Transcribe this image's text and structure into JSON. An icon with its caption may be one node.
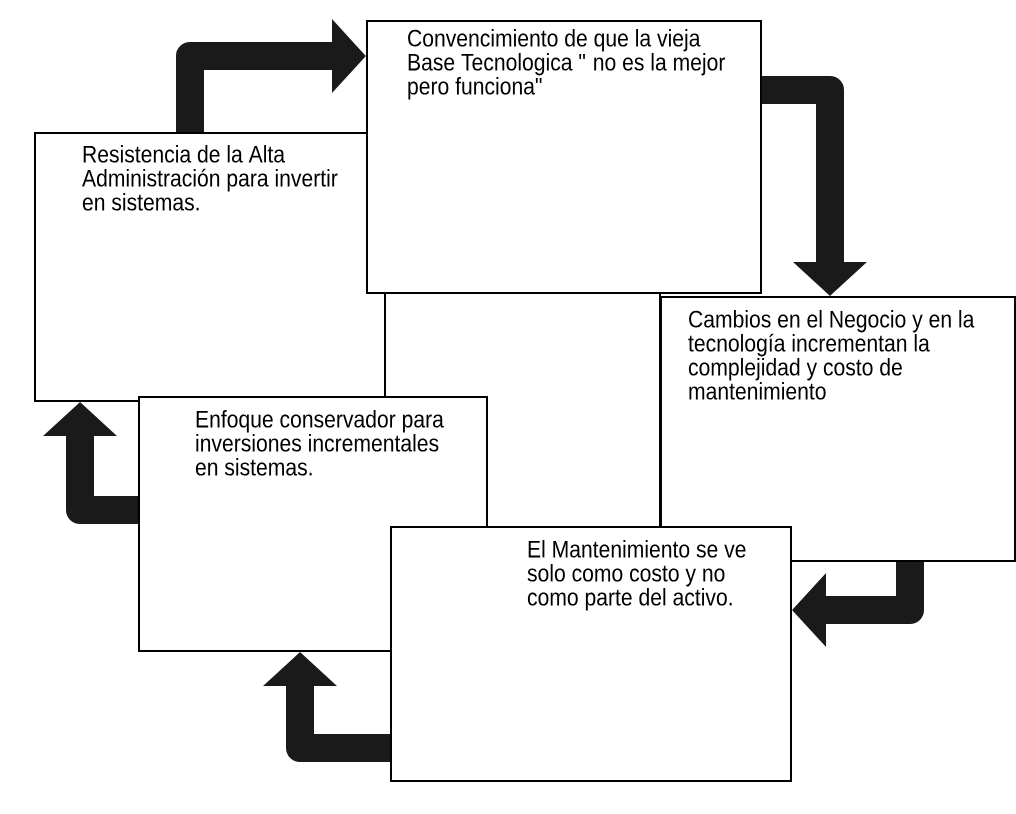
{
  "diagram": {
    "nodes": [
      {
        "text": [
          "Convencimiento de que la vieja Base Tecnologica \" no es la mejor pero funciona\""
        ]
      },
      {
        "text": [
          "Resistencia de la Alta Administración para invertir en sistemas."
        ]
      },
      {
        "text": [],
        "shape": "box"
      },
      {
        "text": [
          "Cambios en el Negocio y en la tecnología incrementan la complejidad y costo de mantenimiento"
        ]
      },
      {
        "text": [
          "Enfoque conservador para inversiones incrementales en sistemas."
        ]
      },
      {
        "text": [
          "El Mantenimiento se ve solo como costo y no como parte del activo."
        ]
      }
    ],
    "edges": [
      {
        "from": 1,
        "to": 0,
        "arrow": "to"
      },
      {
        "from": 0,
        "to": 3,
        "arrow": "to"
      },
      {
        "from": 3,
        "to": 5,
        "arrow": "to"
      },
      {
        "from": 5,
        "to": 4,
        "arrow": "to"
      },
      {
        "from": 4,
        "to": 1,
        "arrow": "to"
      }
    ]
  }
}
